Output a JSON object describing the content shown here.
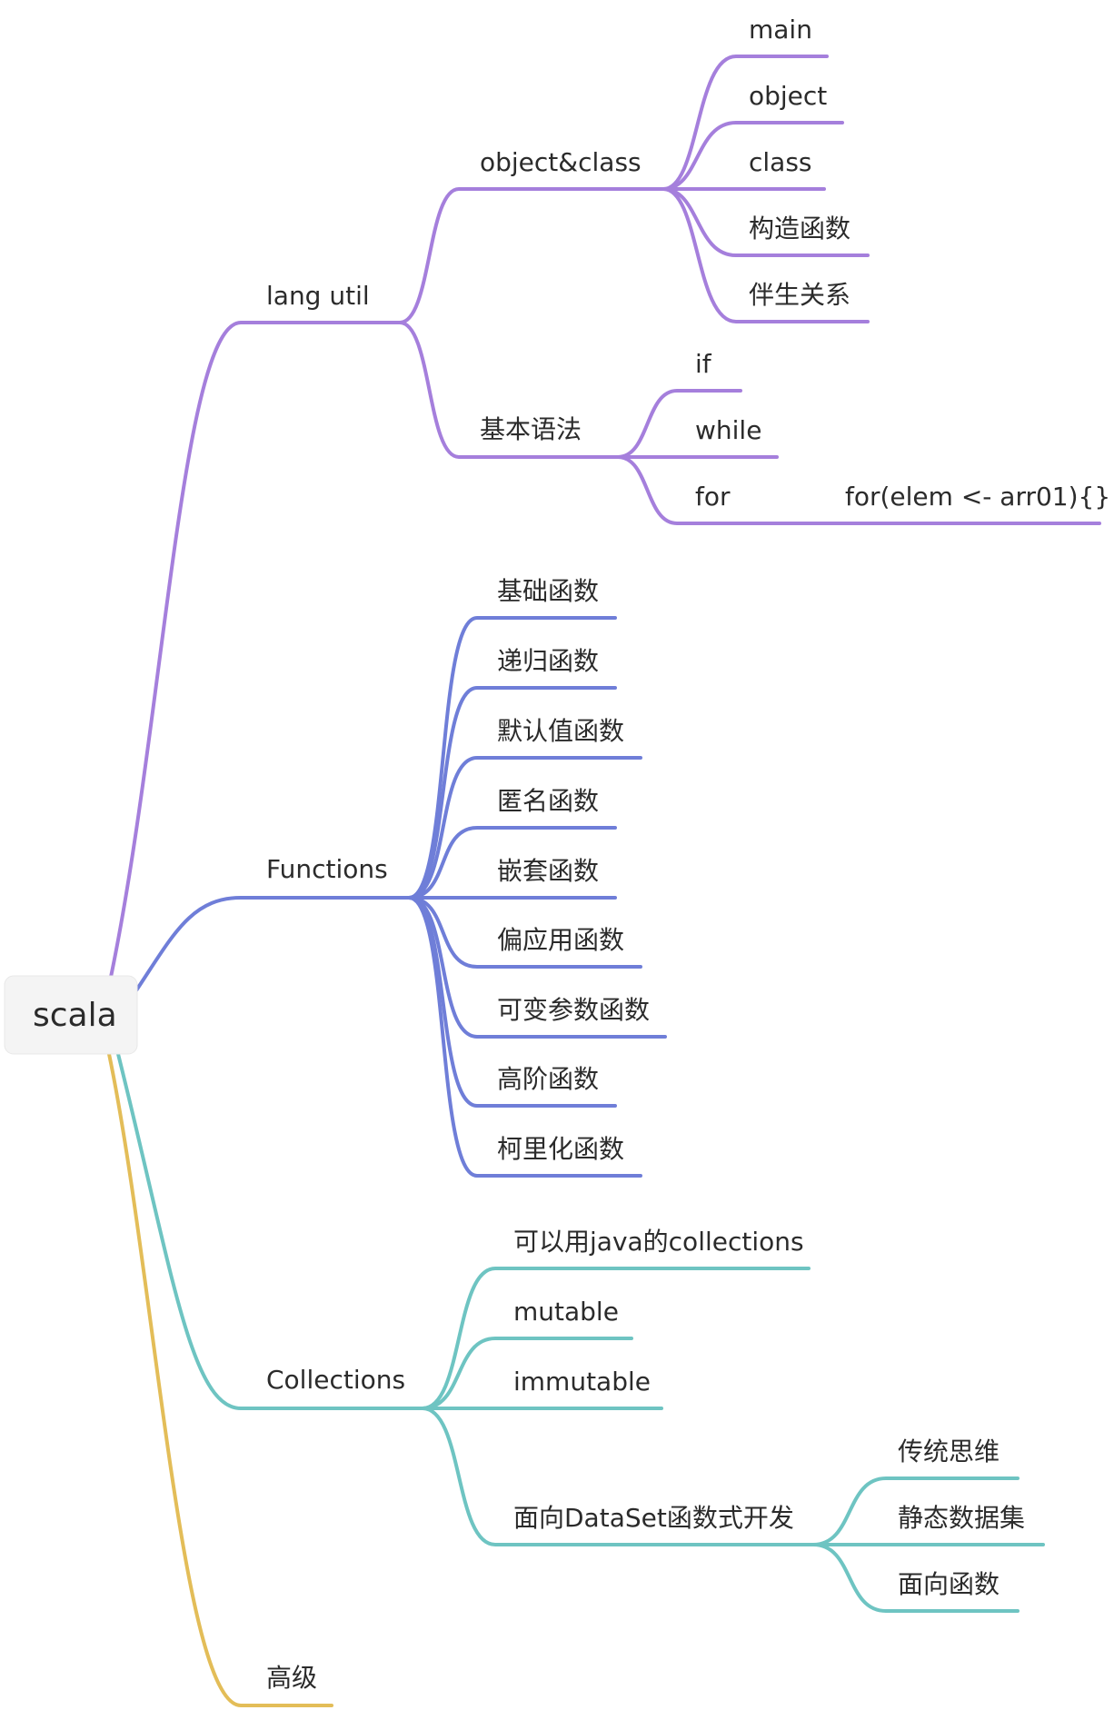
{
  "root": {
    "label": "scala"
  },
  "colors": {
    "lang": "#a57fdc",
    "functions": "#6f7ed8",
    "collections": "#6ec4c2",
    "advanced": "#e3bd58"
  },
  "branches": {
    "lang": {
      "label": "lang util",
      "object_class": {
        "label": "object&class",
        "children": [
          "main",
          "object",
          "class",
          "构造函数",
          "伴生关系"
        ]
      },
      "syntax": {
        "label": "基本语法",
        "children": [
          "if",
          "while",
          "for"
        ],
        "for_detail": "for(elem <- arr01){}"
      }
    },
    "functions": {
      "label": "Functions",
      "children": [
        "基础函数",
        "递归函数",
        "默认值函数",
        "匿名函数",
        "嵌套函数",
        "偏应用函数",
        "可变参数函数",
        "高阶函数",
        "柯里化函数"
      ]
    },
    "collections": {
      "label": "Collections",
      "children": [
        "可以用java的collections",
        "mutable",
        "immutable"
      ],
      "dataset": {
        "label": "面向DataSet函数式开发",
        "children": [
          "传统思维",
          "静态数据集",
          "面向函数"
        ]
      }
    },
    "advanced": {
      "label": "高级"
    }
  }
}
